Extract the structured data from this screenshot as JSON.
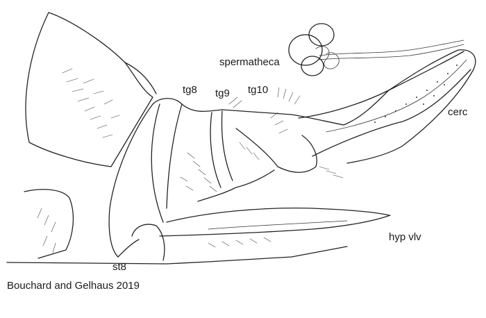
{
  "figure": {
    "labels": {
      "spermatheca": "spermatheca",
      "tg8": "tg8",
      "tg9": "tg9",
      "tg10": "tg10",
      "cerc": "cerc",
      "hyp_vlv": "hyp vlv",
      "st8": "st8"
    },
    "credit": "Bouchard and Gelhaus 2019",
    "ink_color": "#222222",
    "background_color": "#ffffff"
  }
}
